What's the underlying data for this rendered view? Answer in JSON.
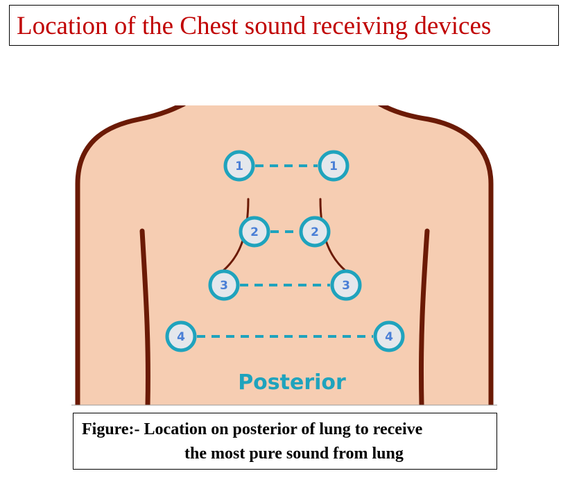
{
  "title": "Location of the Chest sound receiving devices",
  "diagram": {
    "view_label": "Posterior",
    "spots": [
      {
        "label": "1",
        "side": "left"
      },
      {
        "label": "1",
        "side": "right"
      },
      {
        "label": "2",
        "side": "left"
      },
      {
        "label": "2",
        "side": "right"
      },
      {
        "label": "3",
        "side": "left"
      },
      {
        "label": "3",
        "side": "right"
      },
      {
        "label": "4",
        "side": "left"
      },
      {
        "label": "4",
        "side": "right"
      }
    ]
  },
  "caption": {
    "line1": "Figure:- Location on posterior of lung to receive",
    "line2": "the most pure sound from lung"
  },
  "colors": {
    "title": "#c00000",
    "skin": "#f6cdb2",
    "outline": "#6b1a05",
    "marker": "#1fa3bd",
    "marker_fill": "#e4e7ec",
    "marker_text": "#4a7fd6",
    "label": "#1fa3bd"
  }
}
